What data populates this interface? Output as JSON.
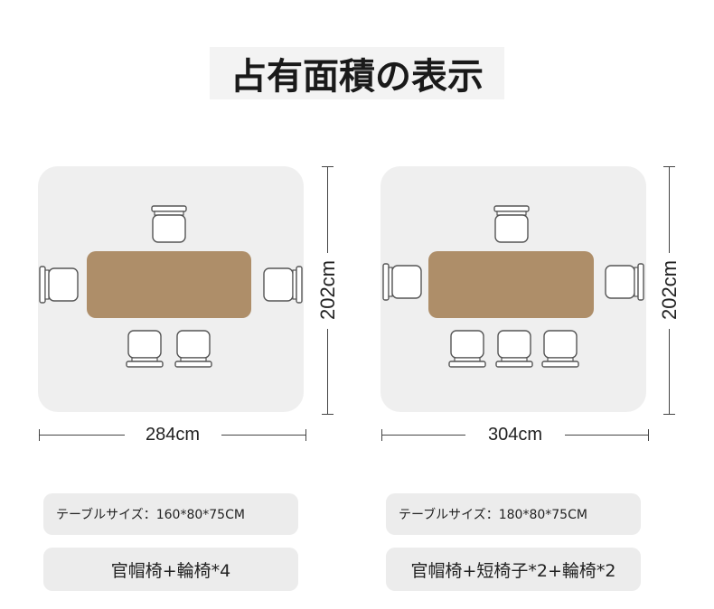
{
  "title": "占有面積の表示",
  "layouts": [
    {
      "width_label": "284cm",
      "depth_label": "202cm",
      "table_size_label": "テーブルサイズ：160*80*75CM",
      "chair_set_label": "官帽椅+輪椅*4"
    },
    {
      "width_label": "304cm",
      "depth_label": "202cm",
      "table_size_label": "テーブルサイズ：180*80*75CM",
      "chair_set_label": "官帽椅+短椅子*2+輪椅*2"
    }
  ],
  "colors": {
    "room_area": "#efefef",
    "table": "#ae8e69",
    "chair_outline": "#555555",
    "pill_background": "#ececec"
  },
  "icons": [
    "chair-icon",
    "table-top"
  ]
}
